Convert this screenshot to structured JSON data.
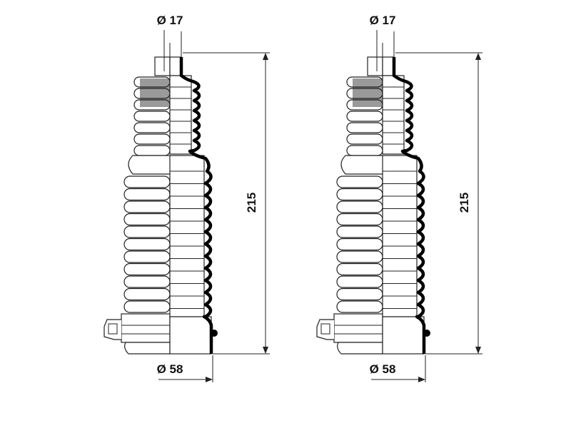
{
  "diagram": {
    "boots": [
      {
        "top_diameter_label": "Ø 17",
        "bottom_diameter_label": "Ø 58",
        "length_label": "215"
      },
      {
        "top_diameter_label": "Ø 17",
        "bottom_diameter_label": "Ø 58",
        "length_label": "215"
      }
    ]
  }
}
